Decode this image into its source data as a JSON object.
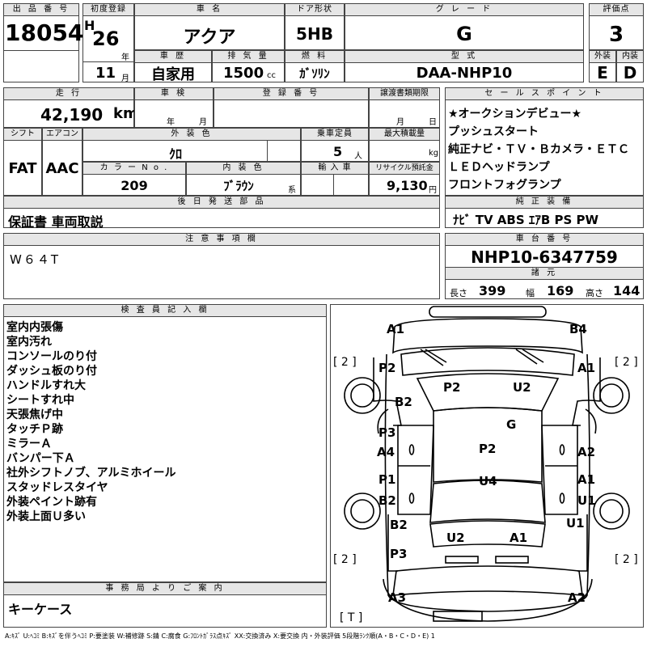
{
  "header": {
    "lot_label": "出 品 番 号",
    "lot": "18054",
    "first_reg_label": "初度登録",
    "era": "H",
    "reg_year": "26",
    "year_unit": "年",
    "reg_month": "11",
    "month_unit": "月",
    "car_name_label": "車 名",
    "car_name": "アクア",
    "door_label": "ドア形状",
    "door": "5HB",
    "grade_label": "グ レ ー ド",
    "grade": "G",
    "score_label": "評価点",
    "score": "3",
    "history_label": "車 歴",
    "history": "自家用",
    "displacement_label": "排 気 量",
    "displacement": "1500",
    "cc": "cc",
    "fuel_label": "燃 料",
    "fuel": "ｶﾞｿﾘﾝ",
    "model_label": "型 式",
    "model": "DAA-NHP10",
    "ext_label": "外装",
    "ext_grade": "E",
    "int_label": "内装",
    "int_grade": "D"
  },
  "row2": {
    "mileage_label": "走 行",
    "mileage": "42,190",
    "km": "km",
    "inspection_label": "車 検",
    "insp_year": "年",
    "insp_month": "月",
    "reg_no_label": "登 録 番 号",
    "transfer_label": "譲渡書類期限",
    "transfer_month": "月",
    "transfer_day": "日",
    "shift_label": "シフト",
    "shift": "FAT",
    "ac_label": "エアコン",
    "ac": "AAC",
    "color_label": "外 装 色",
    "color": "ｸﾛ",
    "capacity_label": "乗車定員",
    "capacity": "5",
    "capacity_unit": "人",
    "load_label": "最大積載量",
    "load_unit": "kg",
    "color_no_label": "カ ラ ー N o .",
    "color_no": "209",
    "int_color_label": "内 装 色",
    "int_color": "ﾌﾞﾗｳﾝ",
    "int_color_suffix": "系",
    "import_label": "輸 入 車",
    "recycle_label": "リサイクル預託金",
    "recycle": "9,130",
    "recycle_unit": "円",
    "later_label": "後 日 発 送 部 品",
    "later_items": "保証書 車両取説"
  },
  "sales": {
    "label": "セ ー ル ス ポ イ ン ト",
    "points": [
      "★オークションデビュー★",
      "プッシュスタート",
      "純正ナビ・ＴＶ・Ｂカメラ・ＥＴＣ",
      "ＬＥＤヘッドランプ",
      "フロントフォグランプ"
    ],
    "equip_label": "純 正 装 備",
    "equipment": "ﾅﾋﾞ TV ABS ｴｱB PS PW"
  },
  "notes": {
    "label": "注 意 事 項 欄",
    "text": "W６４T"
  },
  "chassis": {
    "label": "車 台 番 号",
    "number": "NHP10-6347759",
    "spec_label": "諸 元",
    "len_label": "長さ",
    "len": "399",
    "wid_label": "幅",
    "wid": "169",
    "hgt_label": "高さ",
    "hgt": "144"
  },
  "inspector": {
    "label": "検 査 員 記 入 欄",
    "lines": [
      "室内内張傷",
      "室内汚れ",
      "コンソールのり付",
      "ダッシュ板のり付",
      "ハンドルすれ大",
      "シートすれ中",
      "天張焦げ中",
      "タッチＰ跡",
      "ミラーＡ",
      "バンパー下Ａ",
      "社外シフトノブ、アルミホイール",
      "スタッドレスタイヤ",
      "外装ペイント跡有",
      "外装上面Ｕ多い"
    ]
  },
  "office": {
    "label": "事 務 局 よ り ご 案 内",
    "text": "キーケース"
  },
  "diagram": {
    "marks": {
      "a1_tl": "A1",
      "b4_tr": "B4",
      "p2_l": "P2",
      "a1_r": "A1",
      "b2_l": "B2",
      "p2_roof": "P2",
      "u2_roof": "U2",
      "g_glass": "G",
      "p3_l": "P3",
      "a4_l": "A4",
      "p2_c": "P2",
      "a2_r": "A2",
      "p1_l": "P1",
      "b2_l2": "B2",
      "u4_c": "U4",
      "a1_r2": "A1",
      "u1_r": "U1",
      "b2_l3": "B2",
      "u1_r2": "U1",
      "p3_l2": "P3",
      "u2_c": "U2",
      "a1_c": "A1",
      "a3_bl": "A3",
      "a2_br": "A2"
    },
    "tyres": {
      "tl": "[ 2 ]",
      "tr": "[ 2 ]",
      "bl": "[ 2 ]",
      "br": "[ 2 ]",
      "spare": "[ T ]"
    }
  },
  "legend": "A:ｷｽﾞ U:ﾍｺﾐ B:ｷｽﾞを伴うﾍｺﾐ P:要塗装 W:補修跡 S:錆 C:腐食 G:ﾌﾛﾝﾄｶﾞﾗｽ点ｷｽﾞ XX:交換済み X:要交換 内・外装評価 5段階ﾗﾝｸ順(A・B・C・D・E) 1"
}
